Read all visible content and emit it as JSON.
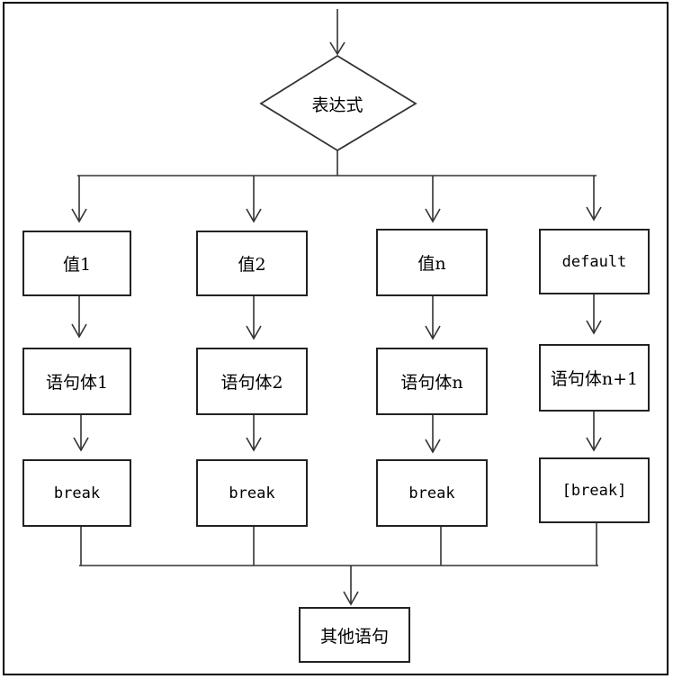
{
  "diagram": {
    "decision": "表达式",
    "branches": [
      {
        "value": "值1",
        "statement": "语句体1",
        "exit": "break"
      },
      {
        "value": "值2",
        "statement": "语句体2",
        "exit": "break"
      },
      {
        "value": "值n",
        "statement": "语句体n",
        "exit": "break"
      },
      {
        "value": "default",
        "statement": "语句体n+1",
        "exit": "[break]"
      }
    ],
    "end": "其他语句"
  }
}
